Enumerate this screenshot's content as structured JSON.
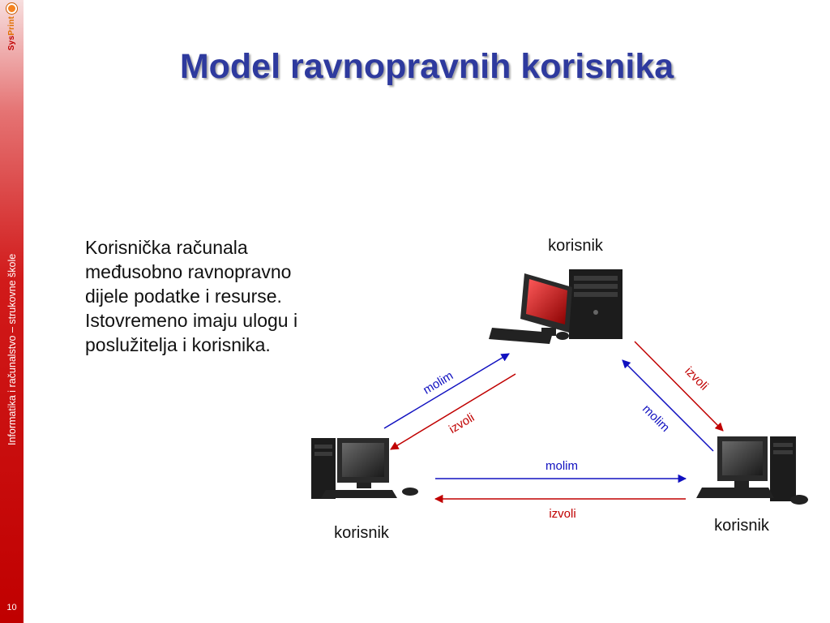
{
  "sidebar": {
    "logo_sys": "Sys",
    "logo_print": "Print",
    "vertical_text": "Informatika i računalstvo – strukovne škole",
    "page_number": "10"
  },
  "slide": {
    "title": "Model ravnopravnih korisnika",
    "body_lines": [
      "Korisnička računala",
      "međusobno ravnopravno",
      "dijele podatke i resurse.",
      "Istovremeno imaju ulogu i",
      "poslužitelja i korisnika."
    ]
  },
  "diagram": {
    "node_top_label": "korisnik",
    "node_left_label": "korisnik",
    "node_right_label": "korisnik",
    "left_up_label": "molim",
    "left_down_label": "izvoli",
    "right_down_label": "izvoli",
    "right_up_label": "molim",
    "bottom_right_label": "molim",
    "bottom_left_label": "izvoli"
  },
  "colors": {
    "title": "#2e3a9e",
    "request_arrow": "#1010c0",
    "response_arrow": "#c00000",
    "sidebar": "#c00000"
  }
}
